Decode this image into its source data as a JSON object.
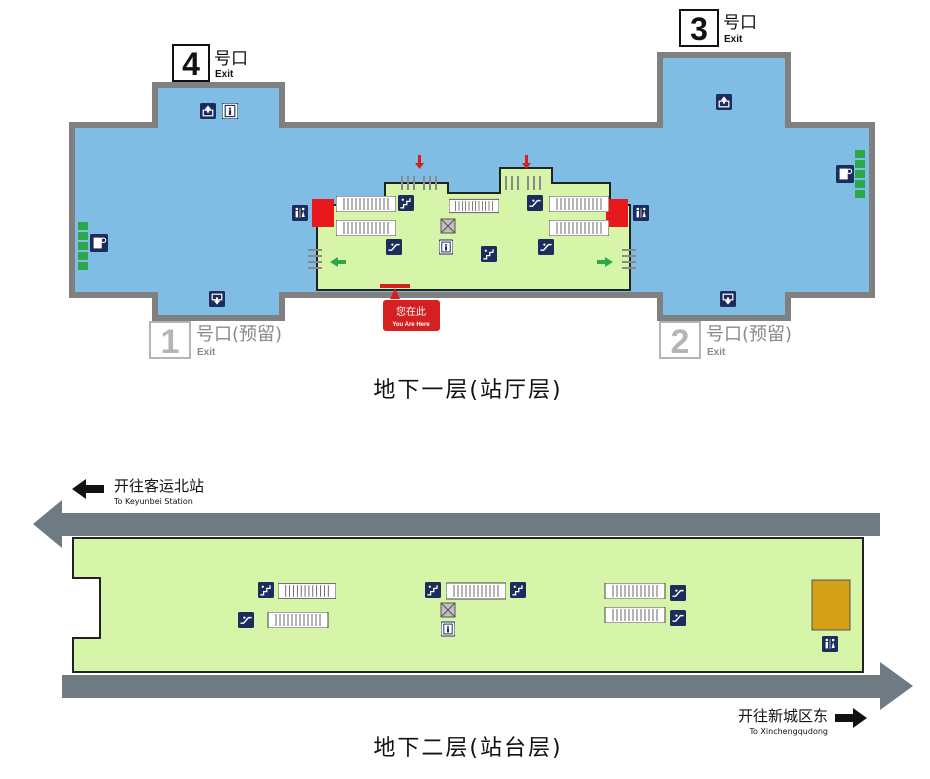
{
  "exits": [
    {
      "number": "1",
      "label": "号口(预留)",
      "sub": "Exit"
    },
    {
      "number": "2",
      "label": "号口(预留)",
      "sub": "Exit"
    },
    {
      "number": "3",
      "label": "号口",
      "sub": "Exit"
    },
    {
      "number": "4",
      "label": "号口",
      "sub": "Exit"
    }
  ],
  "you_are_here": {
    "cn": "您在此",
    "en": "You Are Here"
  },
  "floors": {
    "b1_title": "地下一层(站厅层)",
    "b2_title": "地下二层(站台层)"
  },
  "directions": {
    "west": {
      "cn": "开往客运北站",
      "en": "To Keyunbei Station"
    },
    "east": {
      "cn": "开往新城区东",
      "en": "To Xinchengqudong"
    }
  },
  "colors": {
    "concourse_blue": "#7fbde4",
    "paid_area_green": "#d6f5a8",
    "wall_grey": "#808080",
    "track_grey": "#6e7b83",
    "marker_red": "#d42020",
    "icon_navy": "#1c2c5c",
    "gate_green": "#2aa84a",
    "orange_room": "#d4a017",
    "ticket_machine_red": "#e8181c"
  },
  "icons": [
    "exit-up-icon",
    "exit-down-icon",
    "elevator-icon",
    "escalator-icon",
    "stairs-icon",
    "restroom-icon",
    "ticket-machine-icon",
    "fare-gate-icon",
    "arrow-left-icon",
    "arrow-right-icon"
  ]
}
